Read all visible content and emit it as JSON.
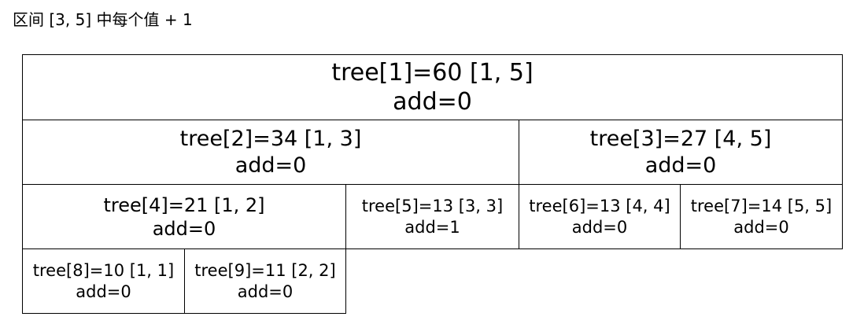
{
  "heading": "区间 [3, 5] 中每个值 + 1",
  "nodes": {
    "n1": {
      "label": "tree[1]=60 [1, 5]",
      "add": "add=0"
    },
    "n2": {
      "label": "tree[2]=34 [1, 3]",
      "add": "add=0"
    },
    "n3": {
      "label": "tree[3]=27 [4, 5]",
      "add": "add=0"
    },
    "n4": {
      "label": "tree[4]=21 [1, 2]",
      "add": "add=0"
    },
    "n5": {
      "label": "tree[5]=13 [3, 3]",
      "add": "add=1"
    },
    "n6": {
      "label": "tree[6]=13 [4, 4]",
      "add": "add=0"
    },
    "n7": {
      "label": "tree[7]=14 [5, 5]",
      "add": "add=0"
    },
    "n8": {
      "label": "tree[8]=10 [1, 1]",
      "add": "add=0"
    },
    "n9": {
      "label": "tree[9]=11 [2, 2]",
      "add": "add=0"
    }
  }
}
